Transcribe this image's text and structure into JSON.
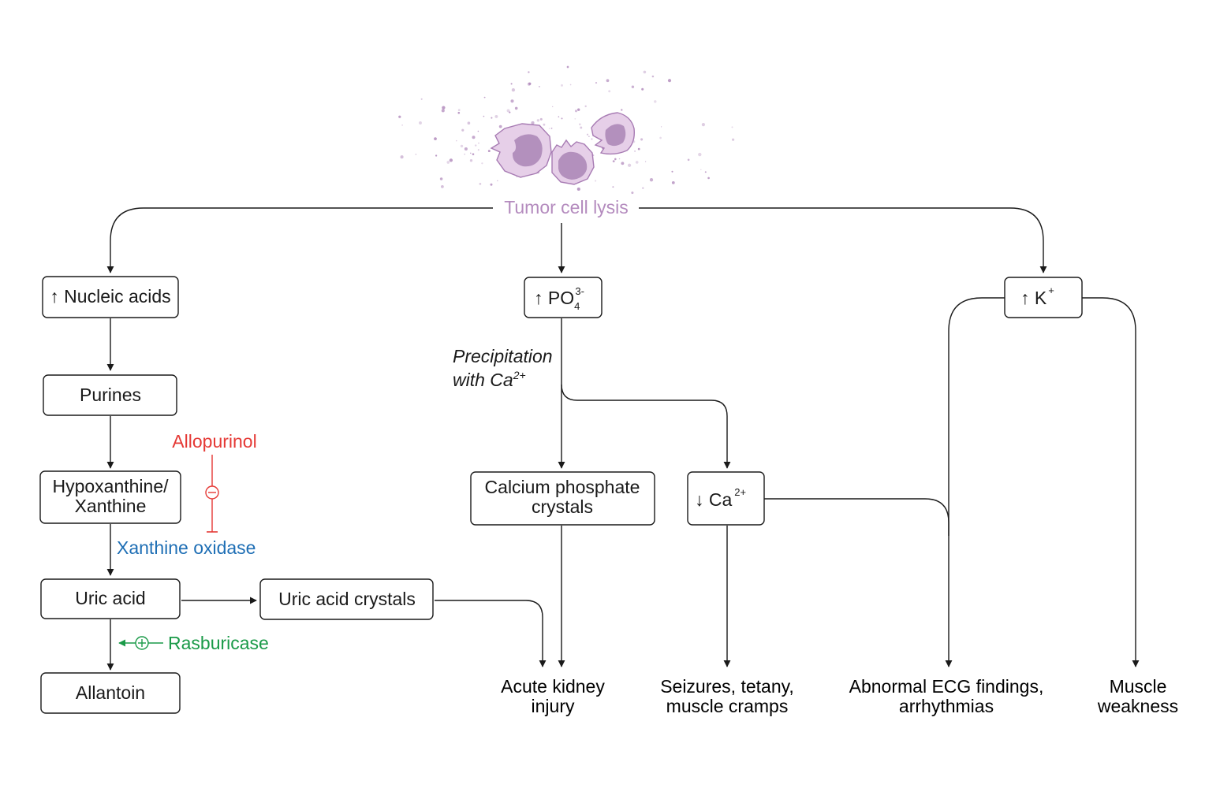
{
  "colors": {
    "lysis": "#b48bbe",
    "inhibitor": "#e53935",
    "enzyme": "#1f6fb5",
    "activator": "#1a9a48",
    "line": "#1a1a1a",
    "cell_fill": "#e6cfe8",
    "cell_stroke": "#a77bb3",
    "nucleus": "#b390bd"
  },
  "icons": {
    "cells": "lysing-tumor-cells-icon",
    "inhibit": "minus-circle-icon",
    "activate": "plus-circle-icon"
  },
  "nodes": {
    "lysis": "Tumor cell lysis",
    "nucleic_acids": "↑ Nucleic acids",
    "purines": "Purines",
    "hypoxanthine_line1": "Hypoxanthine/",
    "hypoxanthine_line2": "Xanthine",
    "uric_acid": "Uric acid",
    "uric_crystals": "Uric acid crystals",
    "allantoin": "Allantoin",
    "po4_base": "↑ PO",
    "po4_sub": "4",
    "po4_sup": "3-",
    "precip_line1": "Precipitation",
    "precip_line2": "with Ca",
    "precip_sup": "2+",
    "calcium_line1": "Calcium phosphate",
    "calcium_line2": "crystals",
    "ca_base": "↓ Ca",
    "ca_sup": "2+",
    "k_base": "↑ K",
    "k_sup": "+"
  },
  "drugs": {
    "allopurinol": "Allopurinol",
    "xanthine_oxidase": "Xanthine oxidase",
    "rasburicase": "Rasburicase"
  },
  "outcomes": {
    "aki_line1": "Acute kidney",
    "aki_line2": "injury",
    "seizures_line1": "Seizures, tetany,",
    "seizures_line2": "muscle cramps",
    "ecg_line1": "Abnormal ECG findings,",
    "ecg_line2": "arrhythmias",
    "muscle_line1": "Muscle",
    "muscle_line2": "weakness"
  }
}
